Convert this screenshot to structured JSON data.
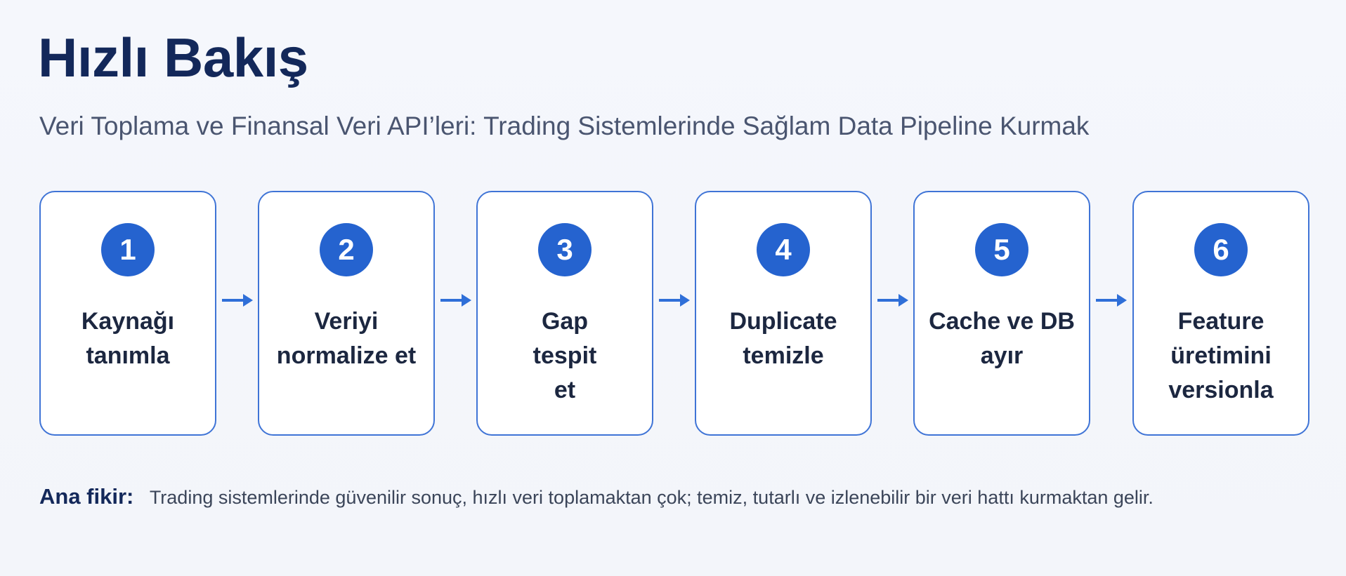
{
  "header": {
    "title": "Hızlı Bakış",
    "subtitle": "Veri Toplama ve Finansal Veri API’leri: Trading Sistemlerinde Sağlam Data Pipeline Kurmak"
  },
  "steps": [
    {
      "number": "1",
      "label": "Kaynağı tanımla"
    },
    {
      "number": "2",
      "label": "Veriyi normalize et"
    },
    {
      "number": "3",
      "label": "Gap tespit et"
    },
    {
      "number": "4",
      "label": "Duplicate temizle"
    },
    {
      "number": "5",
      "label": "Cache ve DB ayır"
    },
    {
      "number": "6",
      "label": "Feature üretimini versionla"
    }
  ],
  "key_idea": {
    "label": "Ana fikir:",
    "text": "Trading sistemlerinde güvenilir sonuç, hızlı veri toplamaktan çok; temiz, tutarlı ve izlenebilir bir veri hattı kurmaktan gelir."
  },
  "colors": {
    "title": "#13285a",
    "accent": "#2563cf",
    "border": "#3f74d6",
    "arrow": "#2f6fd8"
  }
}
